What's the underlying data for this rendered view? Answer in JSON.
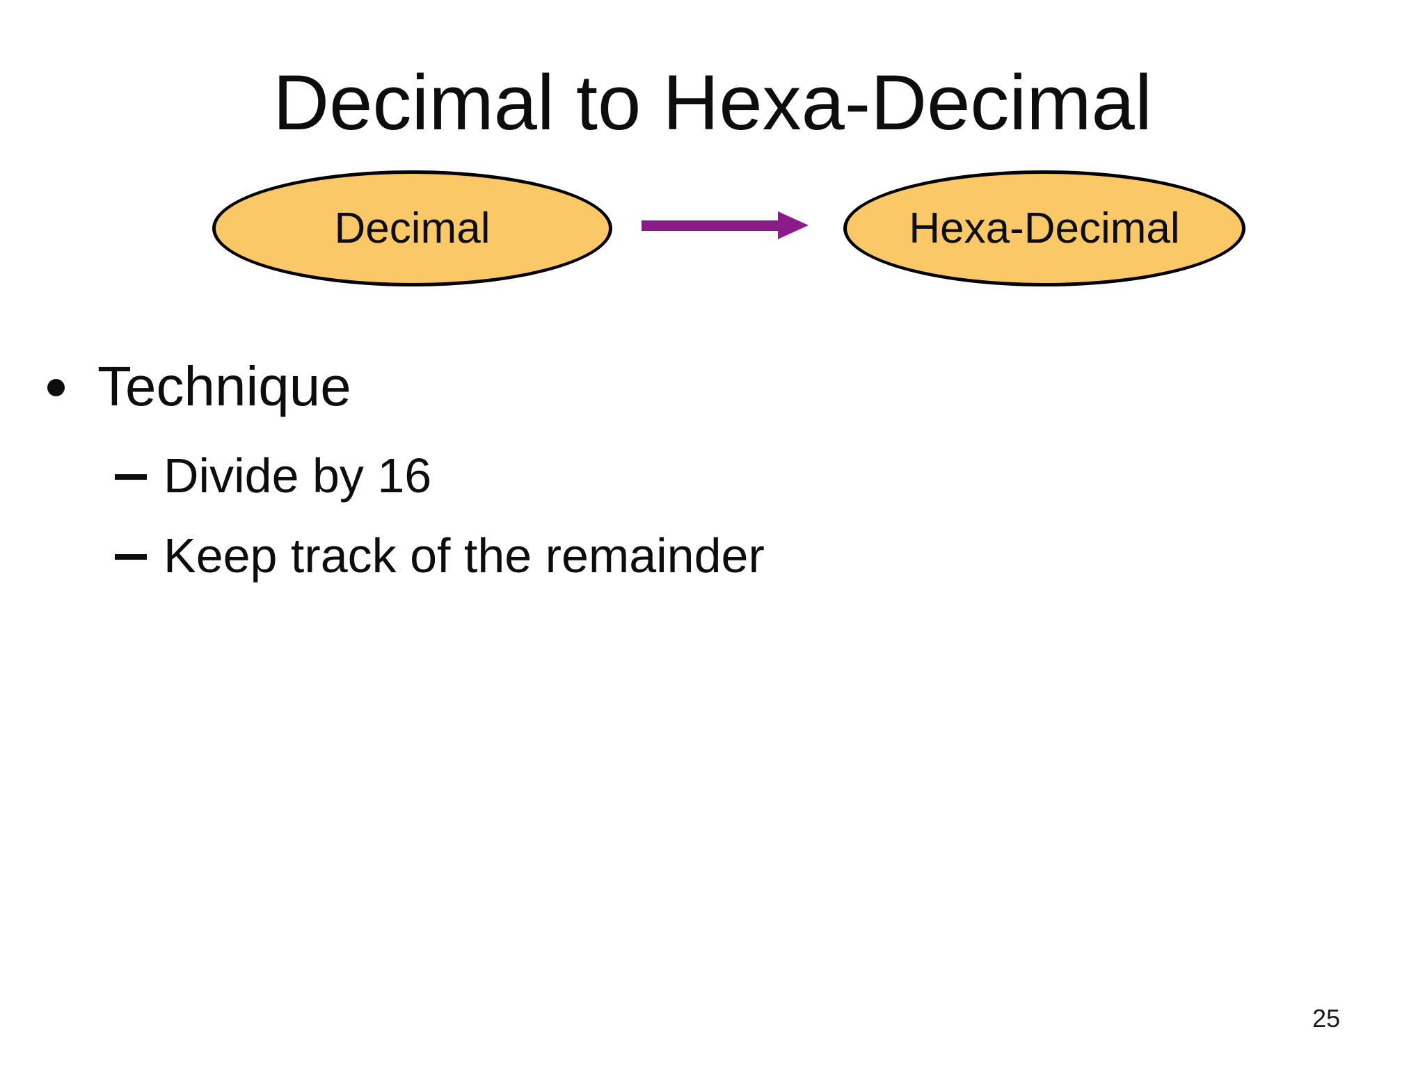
{
  "slide": {
    "title": "Decimal to Hexa-Decimal",
    "page_number": "25",
    "diagram": {
      "source_label": "Decimal",
      "target_label": "Hexa-Decimal",
      "node_fill_color": "#FBC868",
      "node_border_color": "#000000",
      "arrow_color": "#8B1A8B"
    },
    "bullets": {
      "level1": "Technique",
      "level2": [
        "Divide by 16",
        "Keep track of the remainder"
      ]
    }
  }
}
